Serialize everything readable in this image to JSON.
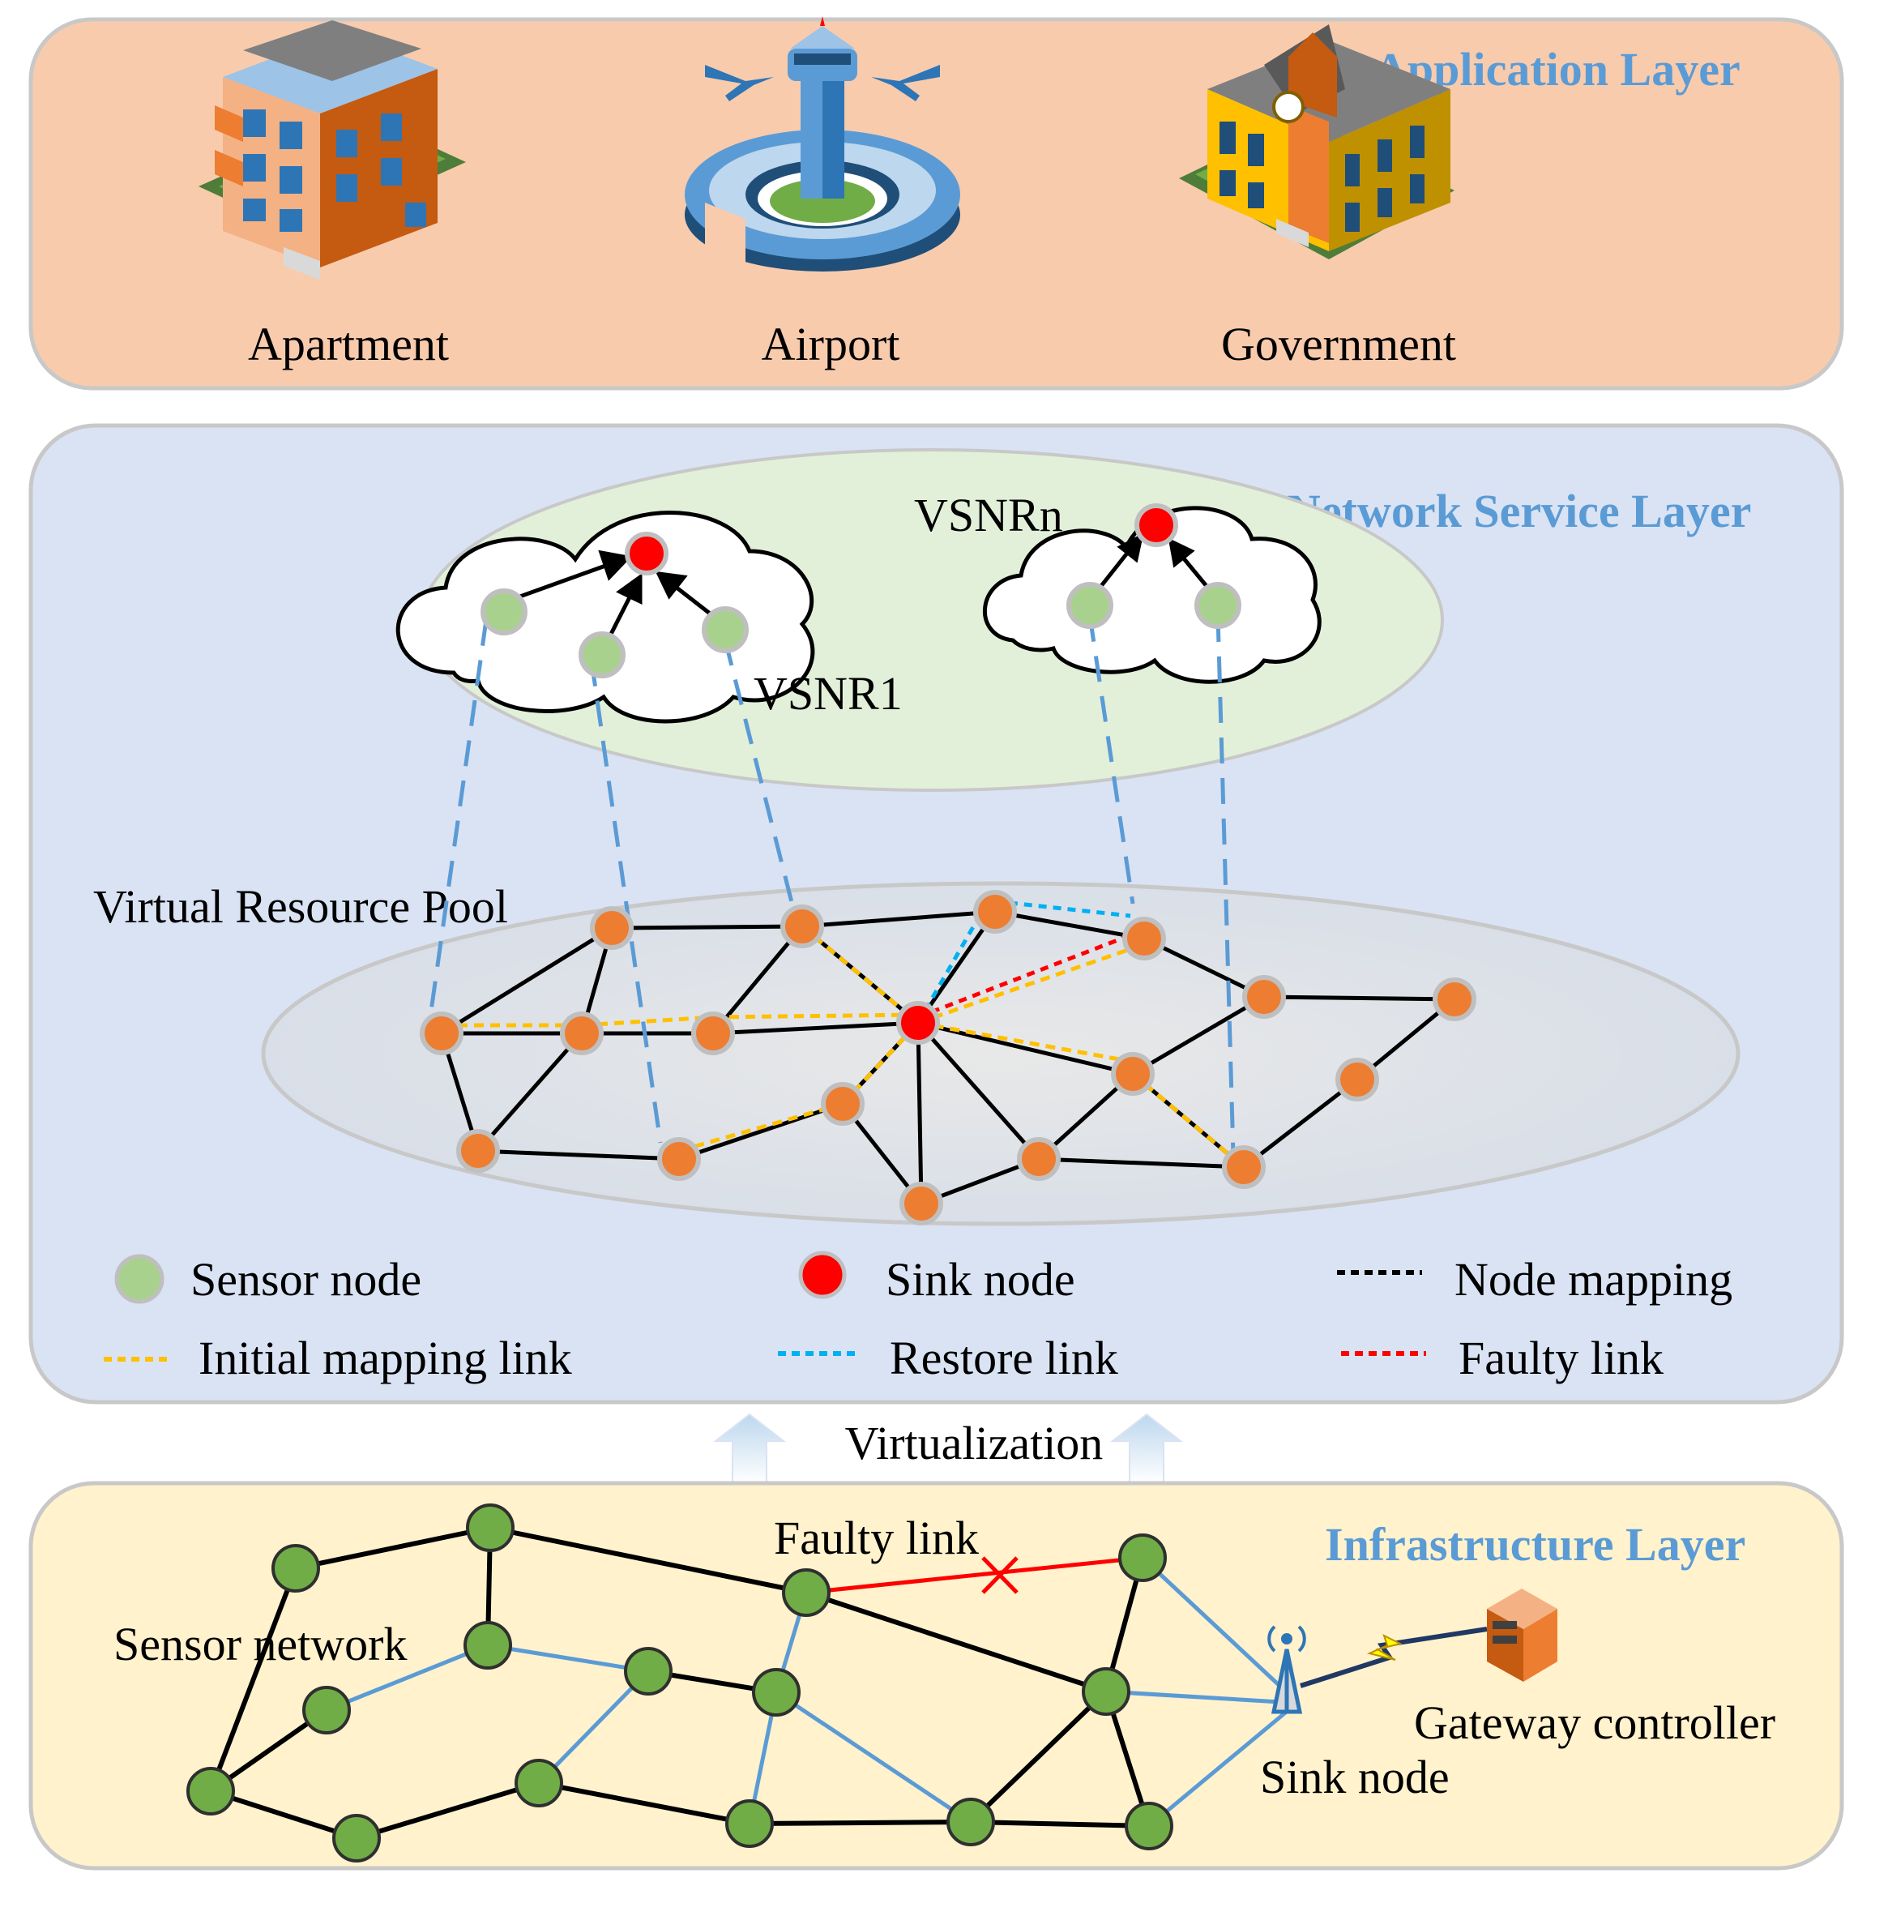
{
  "layers": {
    "application": {
      "title": "Application Layer",
      "fill": "#f8cbad",
      "items": [
        {
          "label": "Apartment",
          "icon": "apartment-building-icon"
        },
        {
          "label": "Airport",
          "icon": "airport-tower-icon"
        },
        {
          "label": "Government",
          "icon": "government-building-icon"
        }
      ]
    },
    "network_service": {
      "title": "Network Service Layer",
      "fill": "#dae3f3",
      "vsnr_1": "VSNR1",
      "vsnr_n": "VSNRn",
      "pool_label": "Virtual Resource Pool"
    },
    "infrastructure": {
      "title": "Infrastructure Layer",
      "fill": "#fff2cc",
      "sensor_network_label": "Sensor network",
      "faulty_link_label": "Faulty link",
      "sink_node_label": "Sink node",
      "gateway_label": "Gateway controller"
    }
  },
  "virtualization_label": "Virtualization",
  "legend": {
    "sensor_node": "Sensor node",
    "sink_node": "Sink node",
    "node_mapping": "Node mapping",
    "initial_mapping_link": "Initial mapping link",
    "restore_link": "Restore link",
    "faulty_link": "Faulty link"
  },
  "colors": {
    "sensor_node": "#a9d18e",
    "sink_node": "#ff0000",
    "pool_node": "#ed7d31",
    "infra_node": "#70ad47",
    "node_mapping": "#000000",
    "initial_mapping_link": "#ffc000",
    "restore_link": "#00b0f0",
    "faulty_link": "#ff0000",
    "mapping_dash": "#5b9bd5",
    "infra_blue_link": "#5b9bd5"
  }
}
